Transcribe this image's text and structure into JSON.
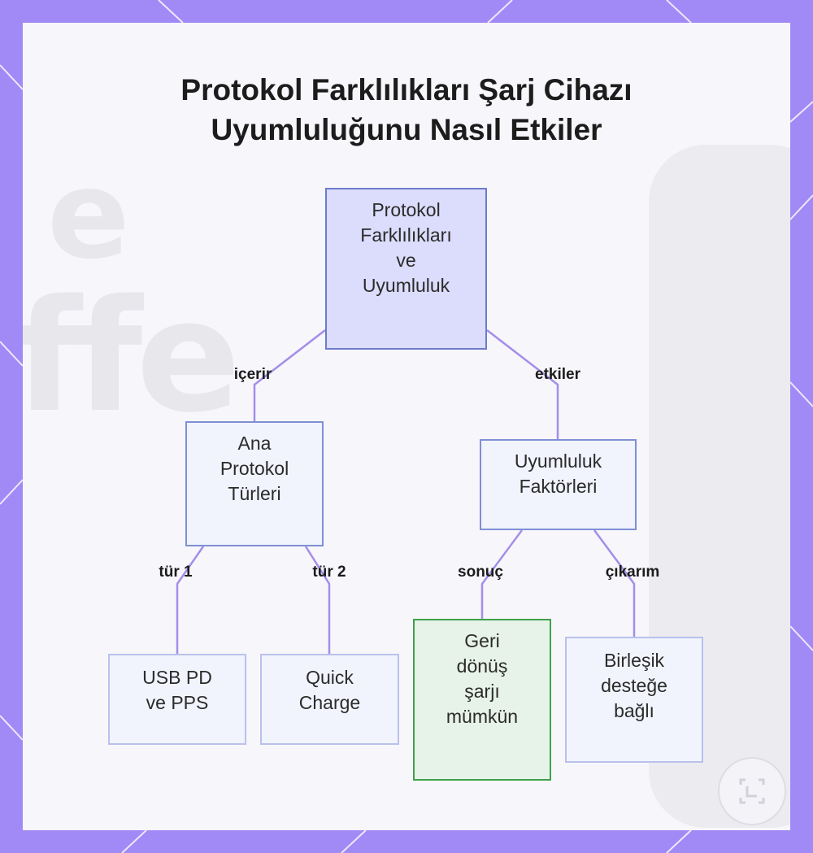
{
  "title": {
    "line1": "Protokol Farklılıkları Şarj Cihazı",
    "line2": "Uyumluluğunu Nasıl Etkiler"
  },
  "nodes": {
    "root": [
      "Protokol",
      "Farklılıkları",
      "ve",
      "Uyumluluk"
    ],
    "types": [
      "Ana",
      "Protokol",
      "Türleri"
    ],
    "factors": [
      "Uyumluluk",
      "Faktörleri"
    ],
    "usb": [
      "USB PD",
      "ve PPS"
    ],
    "qc": [
      "Quick",
      "Charge"
    ],
    "geri": [
      "Geri",
      "dönüş",
      "şarjı",
      "mümkün"
    ],
    "birlesik": [
      "Birleşik",
      "desteğe",
      "bağlı"
    ]
  },
  "edges": {
    "icerir": "içerir",
    "etkiler": "etkiler",
    "tur1": "tür 1",
    "tur2": "tür 2",
    "sonuc": "sonuç",
    "cikarim": "çıkarım"
  },
  "colors": {
    "frame": "#a18af5",
    "edge": "#a48ee8",
    "root_fill": "#dcdcfc",
    "highlight_border": "#3fa14c",
    "highlight_fill": "#e7f3e8"
  },
  "icons": {
    "watermark": "crop-frame-icon"
  }
}
